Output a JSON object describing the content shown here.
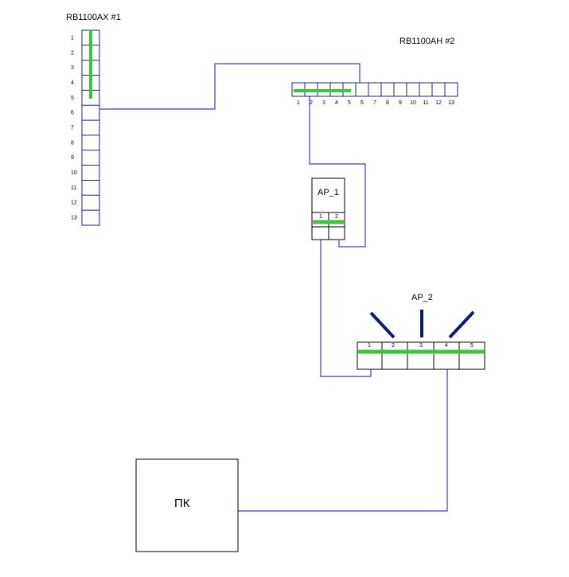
{
  "colors": {
    "wire": "#3a3fb5",
    "link": "#3cc43c",
    "frame": "#1a237e",
    "antenna": "#0d1b6e"
  },
  "devices": {
    "sw1": {
      "title": "RB1100AX #1",
      "ports": [
        "1",
        "2",
        "3",
        "4",
        "5",
        "6",
        "7",
        "8",
        "9",
        "10",
        "11",
        "12",
        "13"
      ]
    },
    "sw2": {
      "title": "RB1100AH #2",
      "ports": [
        "1",
        "2",
        "3",
        "4",
        "5",
        "6",
        "7",
        "8",
        "9",
        "10",
        "11",
        "12",
        "13"
      ]
    },
    "ap1": {
      "title": "AP_1",
      "ports": [
        "1",
        "2"
      ]
    },
    "ap2": {
      "title": "AP_2",
      "ports": [
        "1",
        "2",
        "3",
        "4",
        "5"
      ]
    },
    "pc": {
      "title": "ПК"
    }
  }
}
